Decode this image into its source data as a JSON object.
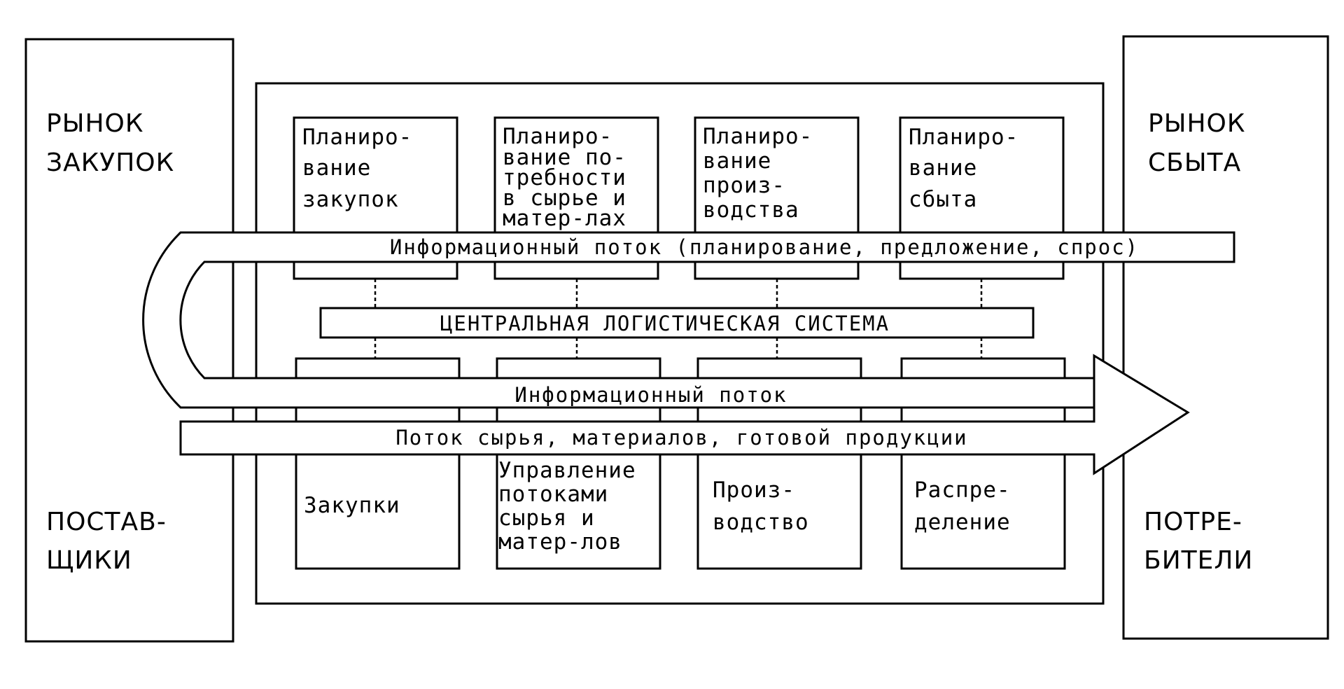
{
  "markets": {
    "procurement": {
      "line1": "РЫНОК",
      "line2": "ЗАКУПОК"
    },
    "sales": {
      "line1": "РЫНОК",
      "line2": "СБЫТА"
    },
    "suppliers": {
      "line1": "ПОСТАВ-",
      "line2": "ЩИКИ"
    },
    "consumers": {
      "line1": "ПОТРЕ-",
      "line2": "БИТЕЛИ"
    }
  },
  "planning_boxes": [
    {
      "lines": [
        "Планиро-",
        "вание",
        "закупок"
      ]
    },
    {
      "lines": [
        "Планиро-",
        "вание по-",
        "требности",
        "в сырье и",
        "матер-лах"
      ]
    },
    {
      "lines": [
        "Планиро-",
        "вание",
        "произ-",
        "водства"
      ]
    },
    {
      "lines": [
        "Планиро-",
        "вание",
        "сбыта"
      ]
    }
  ],
  "flows": {
    "info_top": "Информационный поток (планирование, предложение, спрос)",
    "central": "ЦЕНТРАЛЬНАЯ ЛОГИСТИЧЕСКАЯ СИСТЕМА",
    "info_bottom": "Информационный поток",
    "material": "Поток сырья, материалов, готовой продукции"
  },
  "execution_boxes": [
    {
      "lines": [
        "Закупки"
      ]
    },
    {
      "lines": [
        "Управление",
        "потоками",
        "сырья и",
        "матер-лов"
      ]
    },
    {
      "lines": [
        "Произ-",
        "водство"
      ]
    },
    {
      "lines": [
        "Распре-",
        "деление"
      ]
    }
  ]
}
